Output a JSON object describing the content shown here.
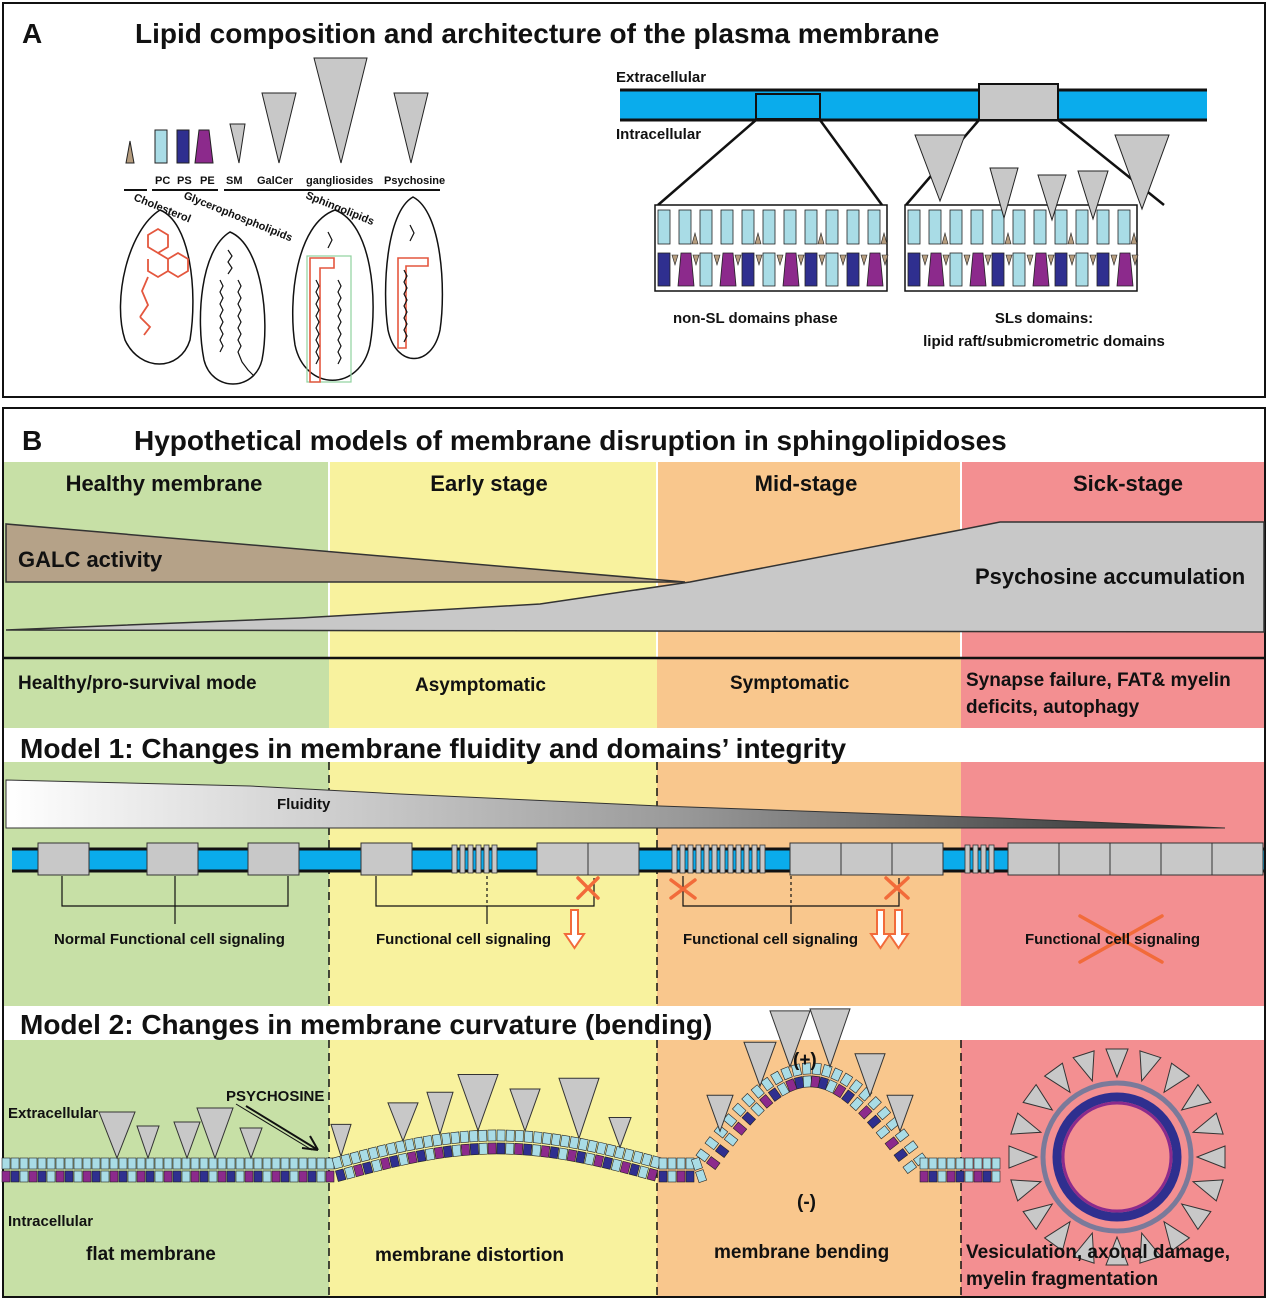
{
  "panel_a": {
    "letter": "A",
    "title": "Lipid composition and architecture of the plasma membrane",
    "lipids": [
      "PC",
      "PS",
      "PE",
      "SM",
      "GalCer",
      "gangliosides",
      "Psychosine"
    ],
    "groups": [
      "Cholesterol",
      "Glycerophospholipids",
      "Sphingolipids"
    ],
    "extracellular": "Extracellular",
    "intracellular": "Intracellular",
    "non_sl_caption": "non-SL domains phase",
    "sl_caption_line1": "SLs domains:",
    "sl_caption_line2": "lipid raft/submicrometric domains"
  },
  "panel_b": {
    "letter": "B",
    "title": "Hypothetical models of membrane disruption in sphingolipidoses",
    "stages": [
      "Healthy membrane",
      "Early stage",
      "Mid-stage",
      "Sick-stage"
    ],
    "galc_label": "GALC activity",
    "psychosine_label": "Psychosine accumulation",
    "status": [
      "Healthy/pro-survival mode",
      "Asymptomatic",
      "Symptomatic"
    ],
    "status_sick_line1": "Synapse failure, FAT& myelin",
    "status_sick_line2": "deficits, autophagy",
    "model1_title": "Model 1:  Changes in membrane fluidity and domains’ integrity",
    "fluidity_label": "Fluidity",
    "signaling": [
      "Normal Functional cell signaling",
      "Functional cell signaling",
      "Functional cell signaling",
      "Functional cell signaling"
    ],
    "model2_title": "Model 2: Changes in membrane curvature (bending)",
    "extracellular": "Extracellular",
    "intracellular": "Intracellular",
    "psychosine_arrow": "PSYCHOSINE",
    "plus": "(+)",
    "minus": "(-)",
    "captions": [
      "flat membrane",
      "membrane distortion",
      "membrane bending"
    ],
    "caption_sick_line1": "Vesiculation, axonal damage,",
    "caption_sick_line2": "myelin fragmentation"
  },
  "colors": {
    "healthy": "#c7e0a6",
    "early": "#f8f29e",
    "mid": "#f9c78d",
    "sick": "#f38f91",
    "membrane_blue": "#0aacec",
    "pc": "#a9dce6",
    "ps": "#2f2f8f",
    "pe": "#8c2a8c",
    "cholesterol": "#b59c7e",
    "sphingolipid": "#c8c8c8",
    "alert": "#f26b3a"
  }
}
